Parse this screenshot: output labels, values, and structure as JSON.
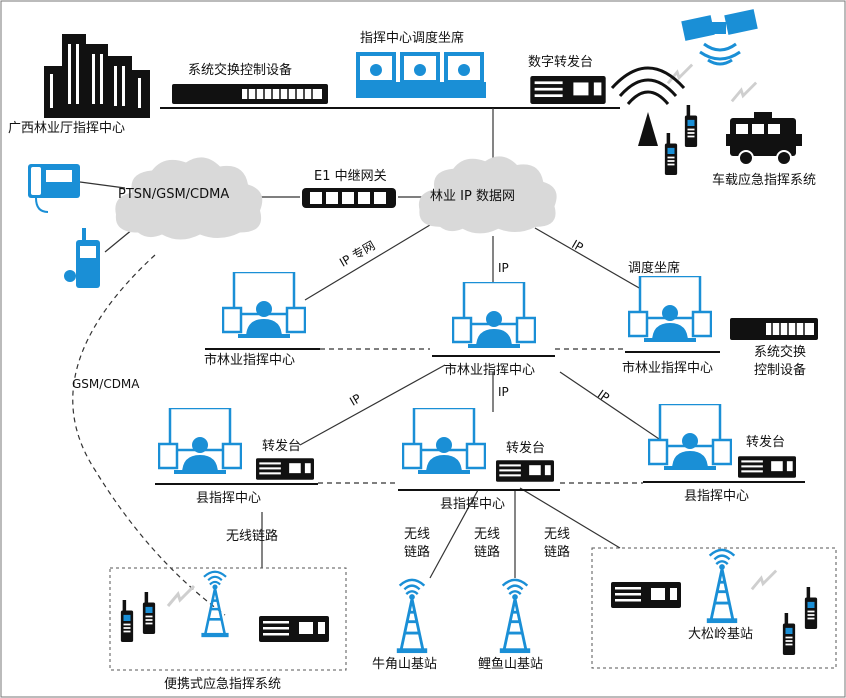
{
  "labels": {
    "hq": "广西林业厅指挥中心",
    "switch_top": "系统交换控制设备",
    "dispatch_top": "指挥中心调度坐席",
    "digital_relay": "数字转发台",
    "vehicle_system": "车载应急指挥系统",
    "pstn": "PTSN/GSM/CDMA",
    "e1_gateway": "E1 中继网关",
    "ip_net": "林业 IP 数据网",
    "ip_private": "IP 专网",
    "ip": "IP",
    "dispatch_seat": "调度坐席",
    "city_center": "市林业指挥中心",
    "switch_city_1": "系统交换",
    "switch_city_2": "控制设备",
    "gsm_cdma": "GSM/CDMA",
    "relay": "转发台",
    "county_center": "县指挥中心",
    "wireless": "无线",
    "link": "链路",
    "wireless_link": "无线链路",
    "station_niujiao": "牛角山基站",
    "station_liyu": "鲤鱼山基站",
    "station_dasong": "大松岭基站",
    "portable_system": "便携式应急指挥系统"
  },
  "icons": {
    "accent": "#1a8fd6",
    "dark": "#111111",
    "cloud": "#d9d9d9"
  }
}
